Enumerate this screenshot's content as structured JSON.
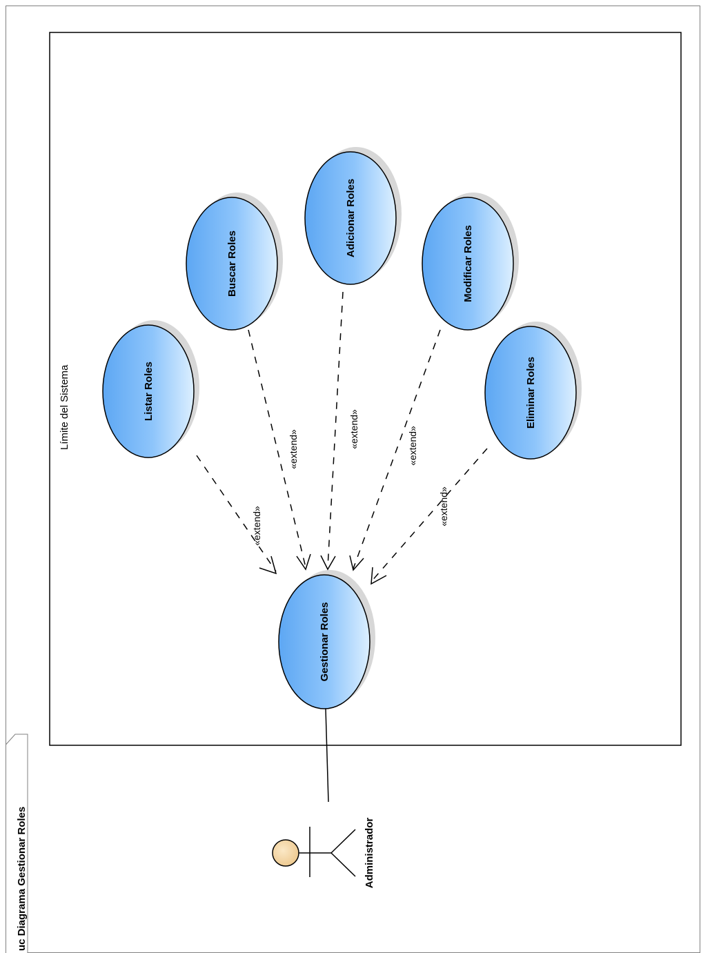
{
  "frame": {
    "title": "uc Diagrama Gestionar Roles"
  },
  "boundary": {
    "label": "Límite del Sistema"
  },
  "use_cases": {
    "main": "Gestionar Roles",
    "listar": "Listar Roles",
    "buscar": "Buscar Roles",
    "adicionar": "Adicionar Roles",
    "modificar": "Modificar Roles",
    "eliminar": "Eliminar Roles"
  },
  "relations": {
    "extend_label": "«extend»"
  },
  "actor": {
    "name": "Administrador"
  },
  "colors": {
    "use_case_fill_top": "#d6ebff",
    "use_case_fill_bottom": "#6aaef5",
    "actor_head": "#f7d9a6",
    "line": "#000000"
  }
}
